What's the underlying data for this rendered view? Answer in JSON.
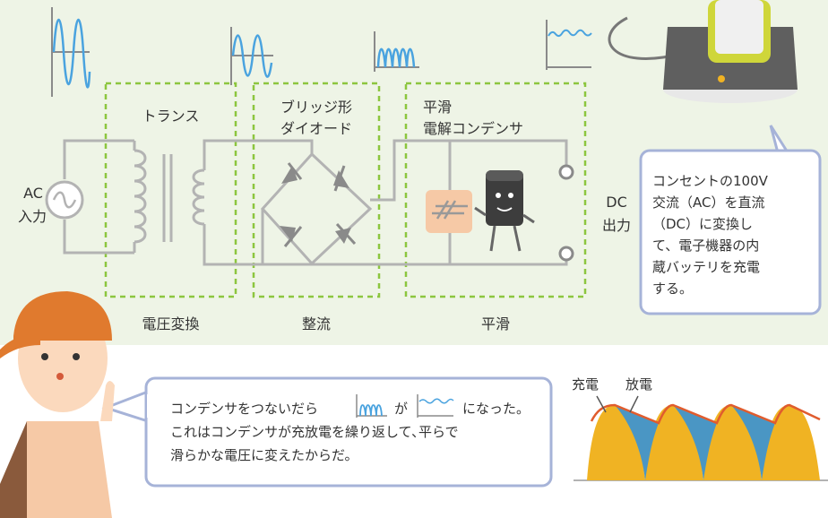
{
  "stages": {
    "trans_label": "トランス",
    "bridge_label_1": "ブリッジ形",
    "bridge_label_2": "ダイオード",
    "smooth_label_1": "平滑",
    "smooth_label_2": "電解コンデンサ",
    "bottom_1": "電圧変換",
    "bottom_2": "整流",
    "bottom_3": "平滑"
  },
  "input": {
    "line1": "AC",
    "line2": "入力"
  },
  "output": {
    "line1": "DC",
    "line2": "出力"
  },
  "charger_note": {
    "lines": [
      "コンセントの100V",
      "交流（AC）を直流",
      "（DC）に変換し",
      "て、電子機器の内",
      "蔵バッテリを充電",
      "する。"
    ]
  },
  "speech": {
    "part1": "コンデンサをつないだら",
    "part2": "が",
    "part3": "になった。",
    "line2": "これはコンデンサが充放電を繰り返して､平らで",
    "line3": "滑らかな電圧に変えたからだ。"
  },
  "wave_chart": {
    "charge_label": "充電",
    "discharge_label": "放電"
  },
  "colors": {
    "bg_green": "#eef4e6",
    "dashed": "#8cc63f",
    "wire": "#b3b3b3",
    "wave": "#4aa3df",
    "capacitor_fill": "#f6c9a6",
    "charge": "#f0b323",
    "discharge": "#4a96c4",
    "callout_border": "#a6b3d8"
  }
}
